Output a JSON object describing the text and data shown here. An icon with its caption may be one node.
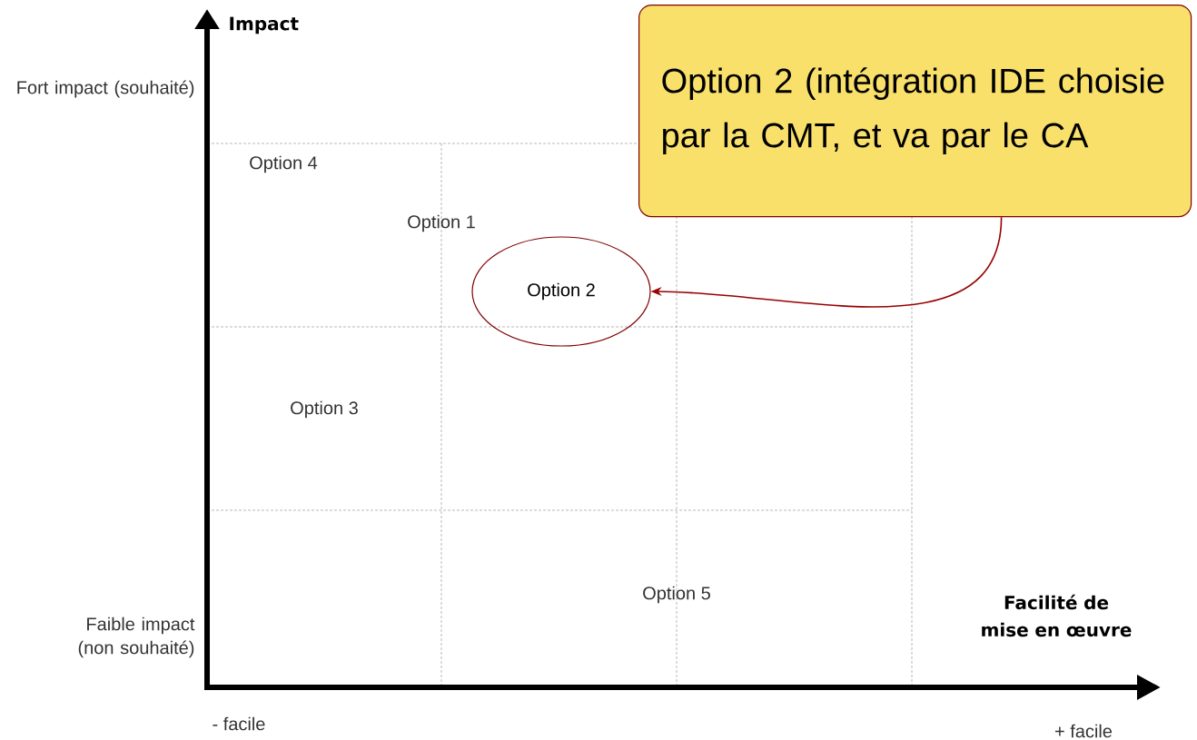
{
  "diagram": {
    "nodes": [
      {
        "text": [
          "Option 2 (intégration IDE choisie par la CMT, et va par le CA"
        ]
      },
      {
        "text": [
          "Option 2"
        ]
      }
    ],
    "edges": [
      {
        "from": 0,
        "to": 1,
        "arrow": "to",
        "color": "#990000"
      }
    ],
    "labels": [
      "Impact",
      "Fort impact (souhaité)",
      "Option 4",
      "Option 1",
      "Option 3",
      "Option 5",
      "Faible impact (non souhaité)",
      "Facilité de mise en œuvre",
      "- facile",
      "+ facile"
    ]
  }
}
